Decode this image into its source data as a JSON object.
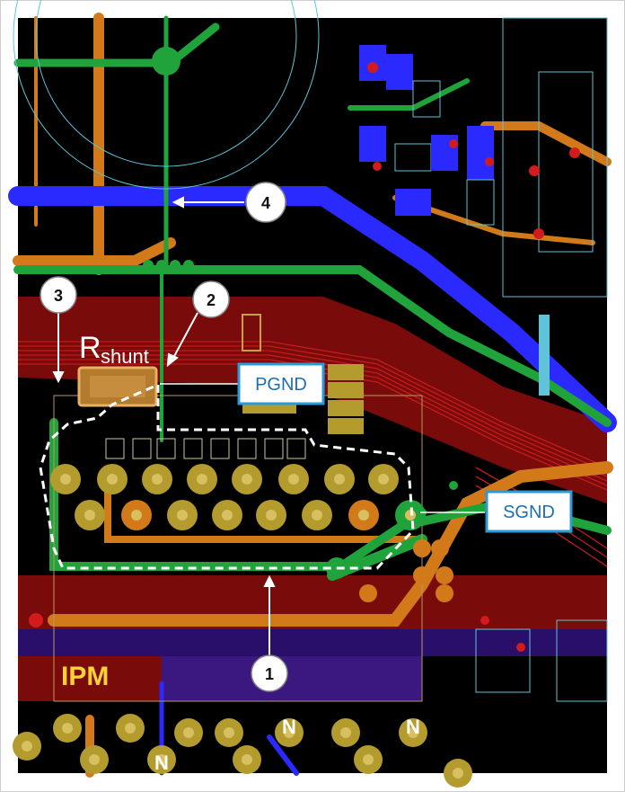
{
  "labels": {
    "pgnd": "PGND",
    "sgnd": "SGND",
    "ipm": "IPM",
    "rshunt_main": "R",
    "rshunt_sub": "shunt",
    "n_label": "N"
  },
  "callouts": [
    "1",
    "2",
    "3",
    "4"
  ],
  "colors": {
    "board": "#000000",
    "trace_red": "#8b0d0d",
    "trace_green": "#1fa33a",
    "trace_orange": "#d27a1a",
    "trace_blue": "#2a2aff",
    "trace_purple": "#6a1fa0",
    "pad_gold": "#b49b2e",
    "label_box_border": "#2a9ad9",
    "label_text": "#1b6fae",
    "ipm_text": "#ffd23a"
  }
}
